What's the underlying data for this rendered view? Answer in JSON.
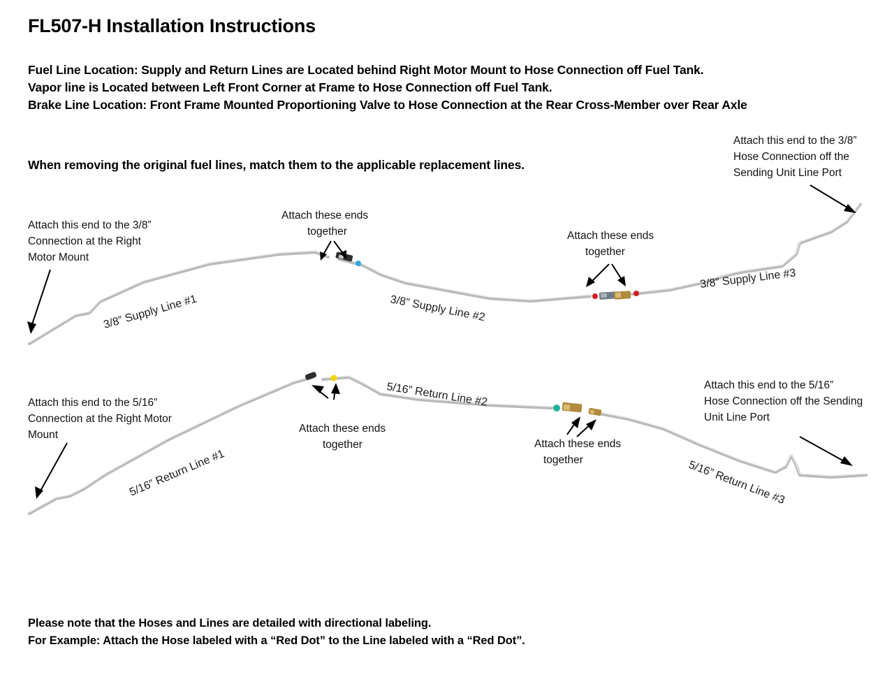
{
  "document": {
    "title": "FL507-H Installation Instructions",
    "location_notes": [
      "Fuel Line Location:  Supply and Return Lines are Located behind Right Motor Mount to Hose Connection off Fuel Tank.",
      "Vapor line is Located between Left Front Corner at Frame to Hose Connection off Fuel Tank.",
      "Brake Line Location: Front Frame Mounted Proportioning Valve to Hose Connection at the Rear Cross-Member over Rear Axle"
    ],
    "match_note": "When removing the original fuel lines, match them to the applicable replacement lines.",
    "footer_notes": [
      "Please note that the Hoses and Lines are detailed with directional labeling.",
      "For Example: Attach the Hose labeled with a “Red Dot” to the Line labeled with a “Red Dot”."
    ]
  },
  "diagram": {
    "supply": {
      "callout_left": [
        "Attach this end to the 3/8”",
        "Connection at the Right",
        "Motor Mount"
      ],
      "callout_right": [
        "Attach this end to the 3/8”",
        "Hose Connection off the",
        "Sending Unit Line Port"
      ],
      "join_label_1": [
        "Attach these ends",
        "together"
      ],
      "join_label_2": [
        "Attach these ends",
        "together"
      ],
      "line_labels": [
        "3/8” Supply Line #1",
        "3/8” Supply Line #2",
        "3/8” Supply Line #3"
      ]
    },
    "return": {
      "callout_left": [
        "Attach this end to the 5/16”",
        "Connection at the Right Motor",
        "Mount"
      ],
      "callout_right": [
        "Attach this end to the 5/16”",
        "Hose Connection off the Sending",
        "Unit Line Port"
      ],
      "join_label_1": [
        "Attach these ends",
        "together"
      ],
      "join_label_2": [
        "Attach these ends",
        "together"
      ],
      "line_labels": [
        "5/16” Return Line #1",
        "5/16” Return Line #2",
        "5/16” Return Line #3"
      ]
    },
    "colors": {
      "tube": "#b9bbb8",
      "red_dot": "#d81f20",
      "blue_dot": "#2aa8e0",
      "yellow_dot": "#f2d600",
      "teal_dot": "#19b5a0",
      "brass_fitting": "#b08b3e",
      "steel_fitting": "#6d7b86",
      "dark_fitting": "#2e2e2e"
    }
  }
}
